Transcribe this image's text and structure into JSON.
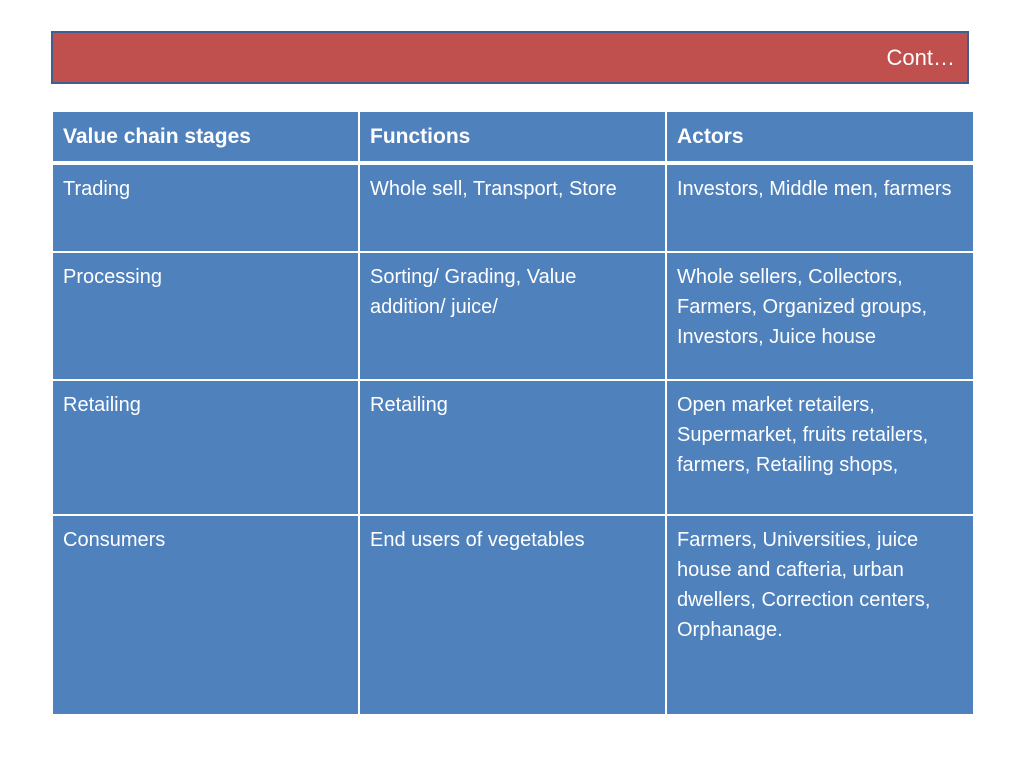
{
  "slide": {
    "title": "Cont…"
  },
  "table": {
    "headers": [
      "Value chain stages",
      "Functions",
      "Actors"
    ],
    "rows": [
      [
        "Trading",
        "Whole sell, Transport, Store",
        "Investors,  Middle men, farmers"
      ],
      [
        "Processing",
        "Sorting/ Grading,  Value addition/ juice/",
        "Whole sellers, Collectors, Farmers, Organized groups, Investors,  Juice house"
      ],
      [
        "Retailing",
        "Retailing",
        "Open market retailers, Supermarket, fruits retailers, farmers,  Retailing shops,"
      ],
      [
        "Consumers",
        "End users of vegetables",
        "Farmers, Universities, juice house and  cafteria,  urban dwellers, Correction centers, Orphanage."
      ]
    ]
  },
  "colors": {
    "title_bar": "#c0504d",
    "table_fill": "#4f81bd",
    "text": "#ffffff"
  }
}
